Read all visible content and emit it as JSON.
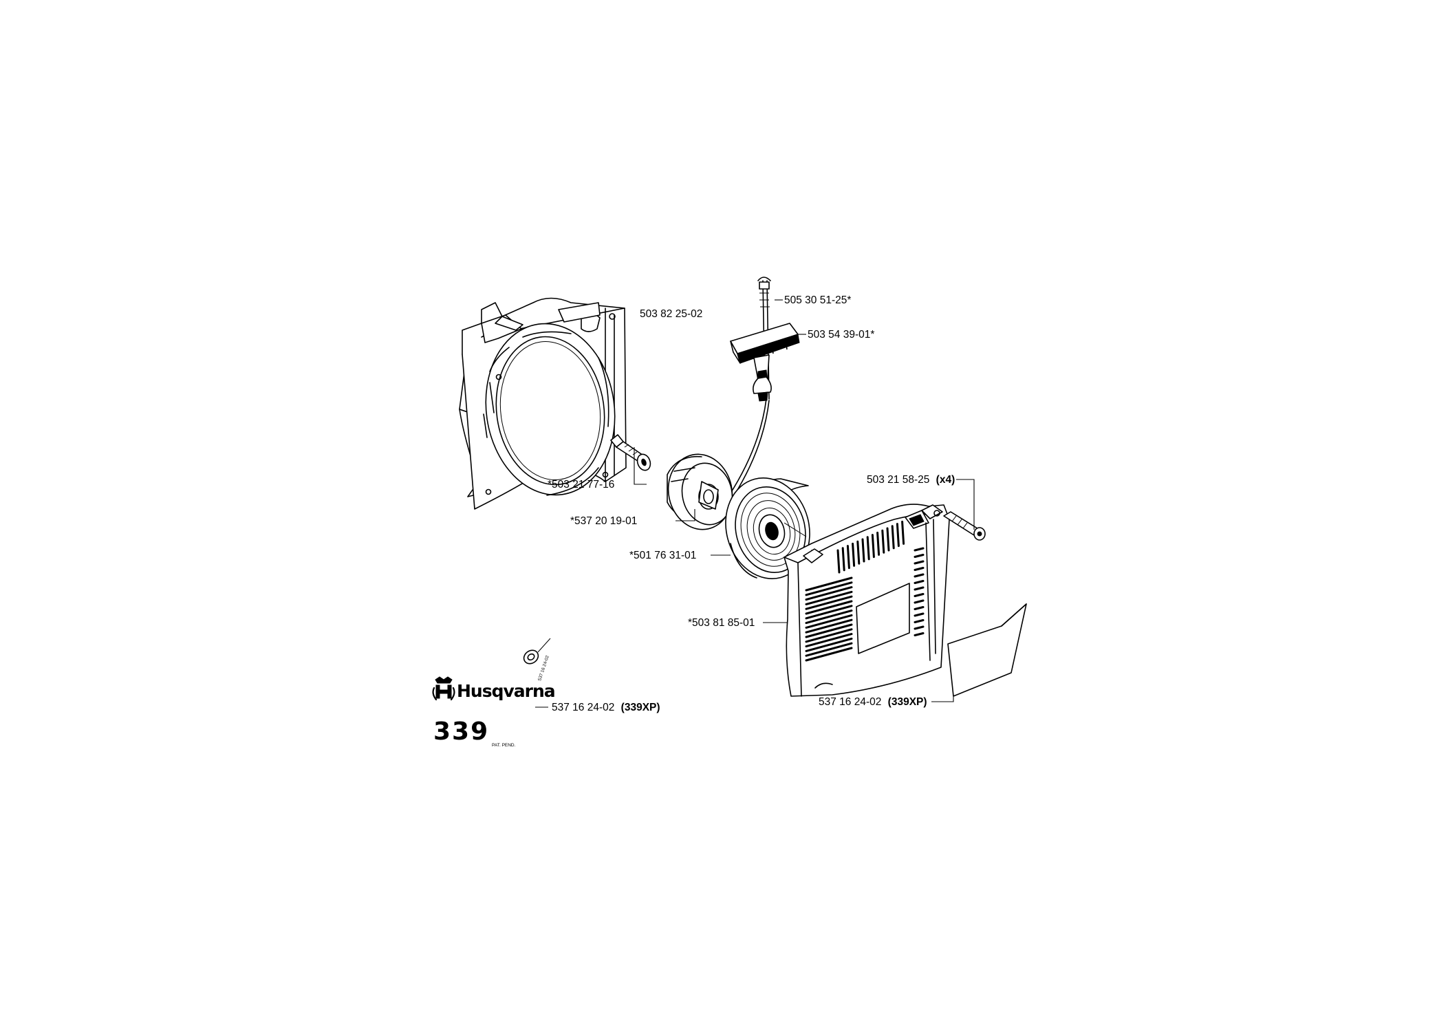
{
  "brand": {
    "name": "Husqvarna",
    "logo_icon": "crowned-h-icon"
  },
  "model": "339",
  "fine_print": "PAT. PEND.",
  "decal_text": "537 16 24-02",
  "parts": [
    {
      "id": "starter-housing",
      "number": "503 82 25-02",
      "suffix": ""
    },
    {
      "id": "cord",
      "number": "505 30 51-25*",
      "suffix": ""
    },
    {
      "id": "handle",
      "number": "503 54 39-01*",
      "suffix": ""
    },
    {
      "id": "screw-washer",
      "number": "*503 21 77-16",
      "suffix": ""
    },
    {
      "id": "pulley",
      "number": "*537 20 19-01",
      "suffix": ""
    },
    {
      "id": "spring-cassette",
      "number": "*501 76 31-01",
      "suffix": ""
    },
    {
      "id": "cover-screw",
      "number": "503 21 58-25",
      "suffix": "(x4)"
    },
    {
      "id": "starter-cover",
      "number": "*503 81 85-01",
      "suffix": ""
    },
    {
      "id": "decal-left",
      "number": "537 16 24-02",
      "suffix": "(339XP)"
    },
    {
      "id": "decal-right",
      "number": "537 16 24-02",
      "suffix": "(339XP)"
    }
  ]
}
